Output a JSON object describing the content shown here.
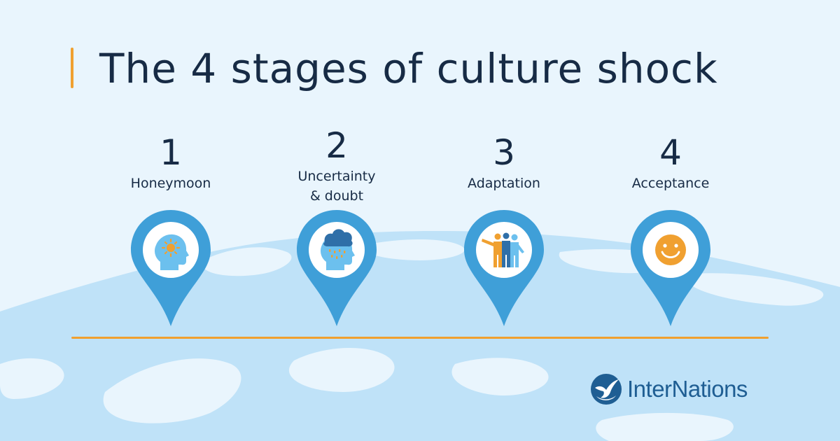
{
  "title": "The 4 stages of culture shock",
  "stages": [
    {
      "number": "1",
      "label": "Honeymoon",
      "icon": "head-with-sun-icon"
    },
    {
      "number": "2",
      "label": "Uncertainty\n& doubt",
      "icon": "head-with-rain-cloud-icon"
    },
    {
      "number": "3",
      "label": "Adaptation",
      "icon": "group-of-people-icon"
    },
    {
      "number": "4",
      "label": "Acceptance",
      "icon": "smiley-face-icon"
    }
  ],
  "brand": {
    "name": "InterNations",
    "logo_icon": "stork-logo-icon"
  },
  "colors": {
    "background": "#e9f5fd",
    "map_land": "#bfe2f8",
    "pin": "#3f9fd8",
    "accent": "#f0a030",
    "text": "#172b45",
    "brand": "#1f5e93"
  }
}
